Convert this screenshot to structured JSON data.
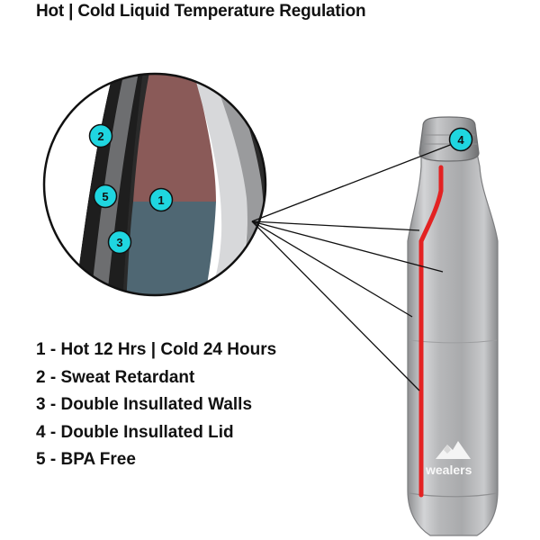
{
  "title": "Hot | Cold Liquid Temperature Regulation",
  "legend": [
    {
      "num": "1",
      "text": "Hot 12 Hrs | Cold 24 Hours"
    },
    {
      "num": "2",
      "text": "Sweat Retardant"
    },
    {
      "num": "3",
      "text": "Double Insullated Walls"
    },
    {
      "num": "4",
      "text": "Double Insullated Lid"
    },
    {
      "num": "5",
      "text": "BPA Free"
    }
  ],
  "separator": " - ",
  "callouts": {
    "c1": "1",
    "c2": "2",
    "c3": "3",
    "c4": "4",
    "c5": "5"
  },
  "brand": "wealers",
  "colors": {
    "badge_fill": "#1fd6e0",
    "liner": "#e32222",
    "steel": "#b9babc",
    "hot_liquid": "#8a5a58",
    "cold_liquid": "#4f6773"
  }
}
